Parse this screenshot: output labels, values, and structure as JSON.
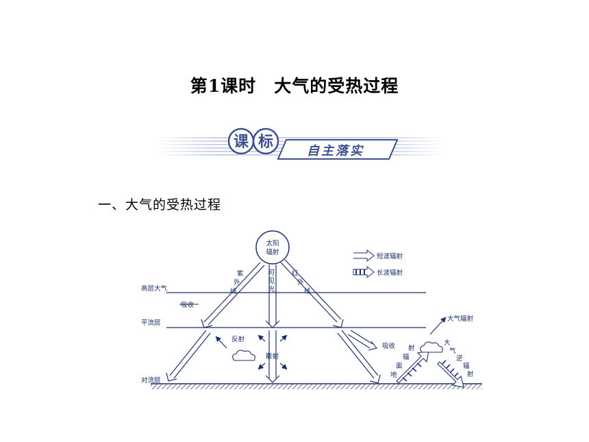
{
  "title": {
    "lesson": "第1课时",
    "topic": "大气的受热过程"
  },
  "banner": {
    "char1": "课",
    "char2": "标",
    "text": "自主落实"
  },
  "section_heading": "一、大气的受热过程",
  "diagram": {
    "sun": {
      "line1": "太阳",
      "line2": "辐射"
    },
    "legend": {
      "short_wave": "短波辐射",
      "long_wave": "长波辐射"
    },
    "layers": {
      "upper": "高层大气",
      "strat": "平流层",
      "tropo": "对流层"
    },
    "uv_chars": [
      "紫",
      "外",
      "线"
    ],
    "visible_chars": [
      "可",
      "见",
      "光"
    ],
    "ir_chars": [
      "红",
      "外",
      "线"
    ],
    "absorb_upper": "吸收",
    "reflect": "反射",
    "scatter": "散射",
    "absorb_lower": "吸收",
    "atmos_radiation": "大气辐射",
    "ground_radiation_chars": [
      "地",
      "面",
      "辐",
      "射"
    ],
    "counter_radiation_chars": [
      "大",
      "气",
      "逆",
      "辐",
      "射"
    ]
  },
  "colors": {
    "ink": "#1b2f6a",
    "banner_blue": "#3c4f8f",
    "banner_light": "#c9d2ea"
  }
}
